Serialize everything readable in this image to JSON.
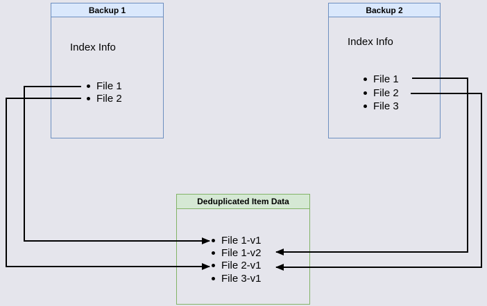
{
  "backup1": {
    "title": "Backup 1",
    "body_label": "Index Info",
    "items": [
      "File 1",
      "File 2"
    ]
  },
  "backup2": {
    "title": "Backup 2",
    "body_label": "Index Info",
    "items": [
      "File 1",
      "File 2",
      "File 3"
    ]
  },
  "dedup": {
    "title": "Deduplicated Item Data",
    "items": [
      "File 1-v1",
      "File 1-v2",
      "File 2-v1",
      "File 3-v1"
    ]
  },
  "connections": [
    {
      "from": "Backup 1 / File 1",
      "to": "Deduplicated Item Data / File 1-v1",
      "direction": "arrow-into-left-side"
    },
    {
      "from": "Backup 1 / File 2",
      "to": "Deduplicated Item Data / File 2-v1",
      "direction": "arrow-into-left-side"
    },
    {
      "from": "Backup 2 / File 1",
      "to": "Deduplicated Item Data / File 1-v2",
      "direction": "arrow-into-right-side"
    },
    {
      "from": "Backup 2 / File 2",
      "to": "Deduplicated Item Data / File 2-v1",
      "direction": "arrow-into-right-side"
    }
  ],
  "colors": {
    "background": "#e5e5ec",
    "backup_header_fill": "#dae8fc",
    "backup_border": "#6c8ebf",
    "dedup_header_fill": "#d5e8d4",
    "dedup_border": "#82b366",
    "connector": "#000000",
    "text": "#000000"
  }
}
